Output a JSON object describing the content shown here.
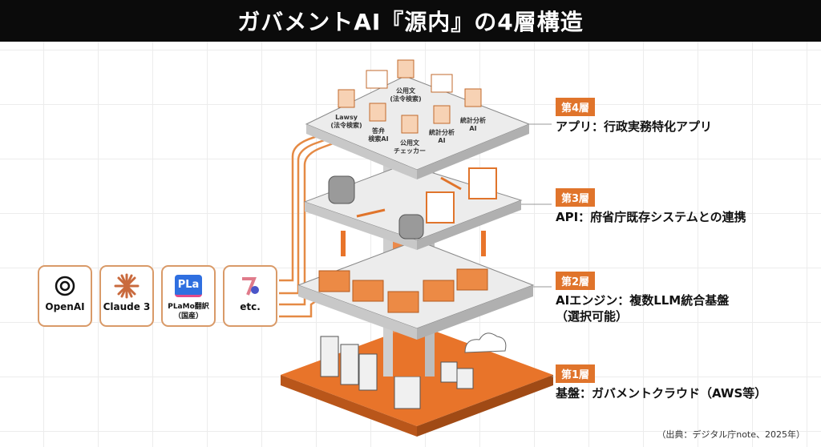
{
  "title": "ガバメントAI『源内』の4層構造",
  "layers": [
    {
      "badge": "第4層",
      "text": "アプリ：行政実務特化アプリ"
    },
    {
      "badge": "第3層",
      "text": "API：府省庁既存システムとの連携"
    },
    {
      "badge": "第2層",
      "text": "AIエンジン：複数LLM統合基盤",
      "text2": "（選択可能）"
    },
    {
      "badge": "第1層",
      "text": "基盤：ガバメントクラウド（AWS等）"
    }
  ],
  "apps": {
    "lawsy1": "Lawsy",
    "lawsy2": "(法令検索)",
    "toben1": "答弁",
    "toben2": "検索AI",
    "koyo1": "公用文",
    "koyo2": "(法令検索)",
    "checker1": "公用文",
    "checker2": "チェッカー",
    "tokei1": "統計分析",
    "tokei2": "AI",
    "tokeiB1": "統計分析",
    "tokeiB2": "AI"
  },
  "models": [
    {
      "name": "OpenAI"
    },
    {
      "name": "Claude 3"
    },
    {
      "name": "PLaMo翻訳",
      "sub": "（国産）",
      "logo": "PLa"
    },
    {
      "name": "etc."
    }
  ],
  "source": "（出典：デジタル庁note、2025年）",
  "colors": {
    "accent": "#e0742b",
    "dark": "#0b0b0b"
  }
}
